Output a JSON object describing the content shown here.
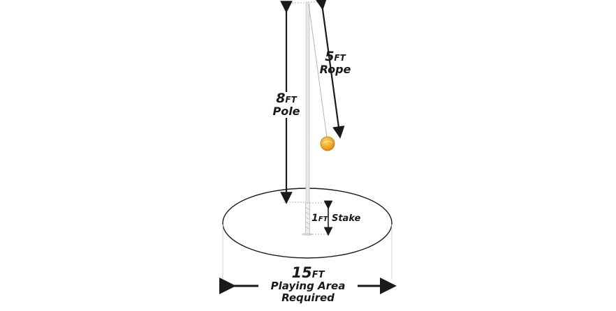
{
  "labels": {
    "rope_value": "5",
    "rope_unit": "FT",
    "rope_word": "Rope",
    "pole_value": "8",
    "pole_unit": "FT",
    "pole_word": "Pole",
    "stake_value": "1",
    "stake_unit": "FT",
    "stake_word": "Stake",
    "area_value": "15",
    "area_unit": "FT",
    "area_line1": "Playing Area",
    "area_line2": "Required"
  },
  "colors": {
    "ink": "#1a1a1a",
    "pole": "#e6e6e6",
    "ball": "#f4a521"
  }
}
